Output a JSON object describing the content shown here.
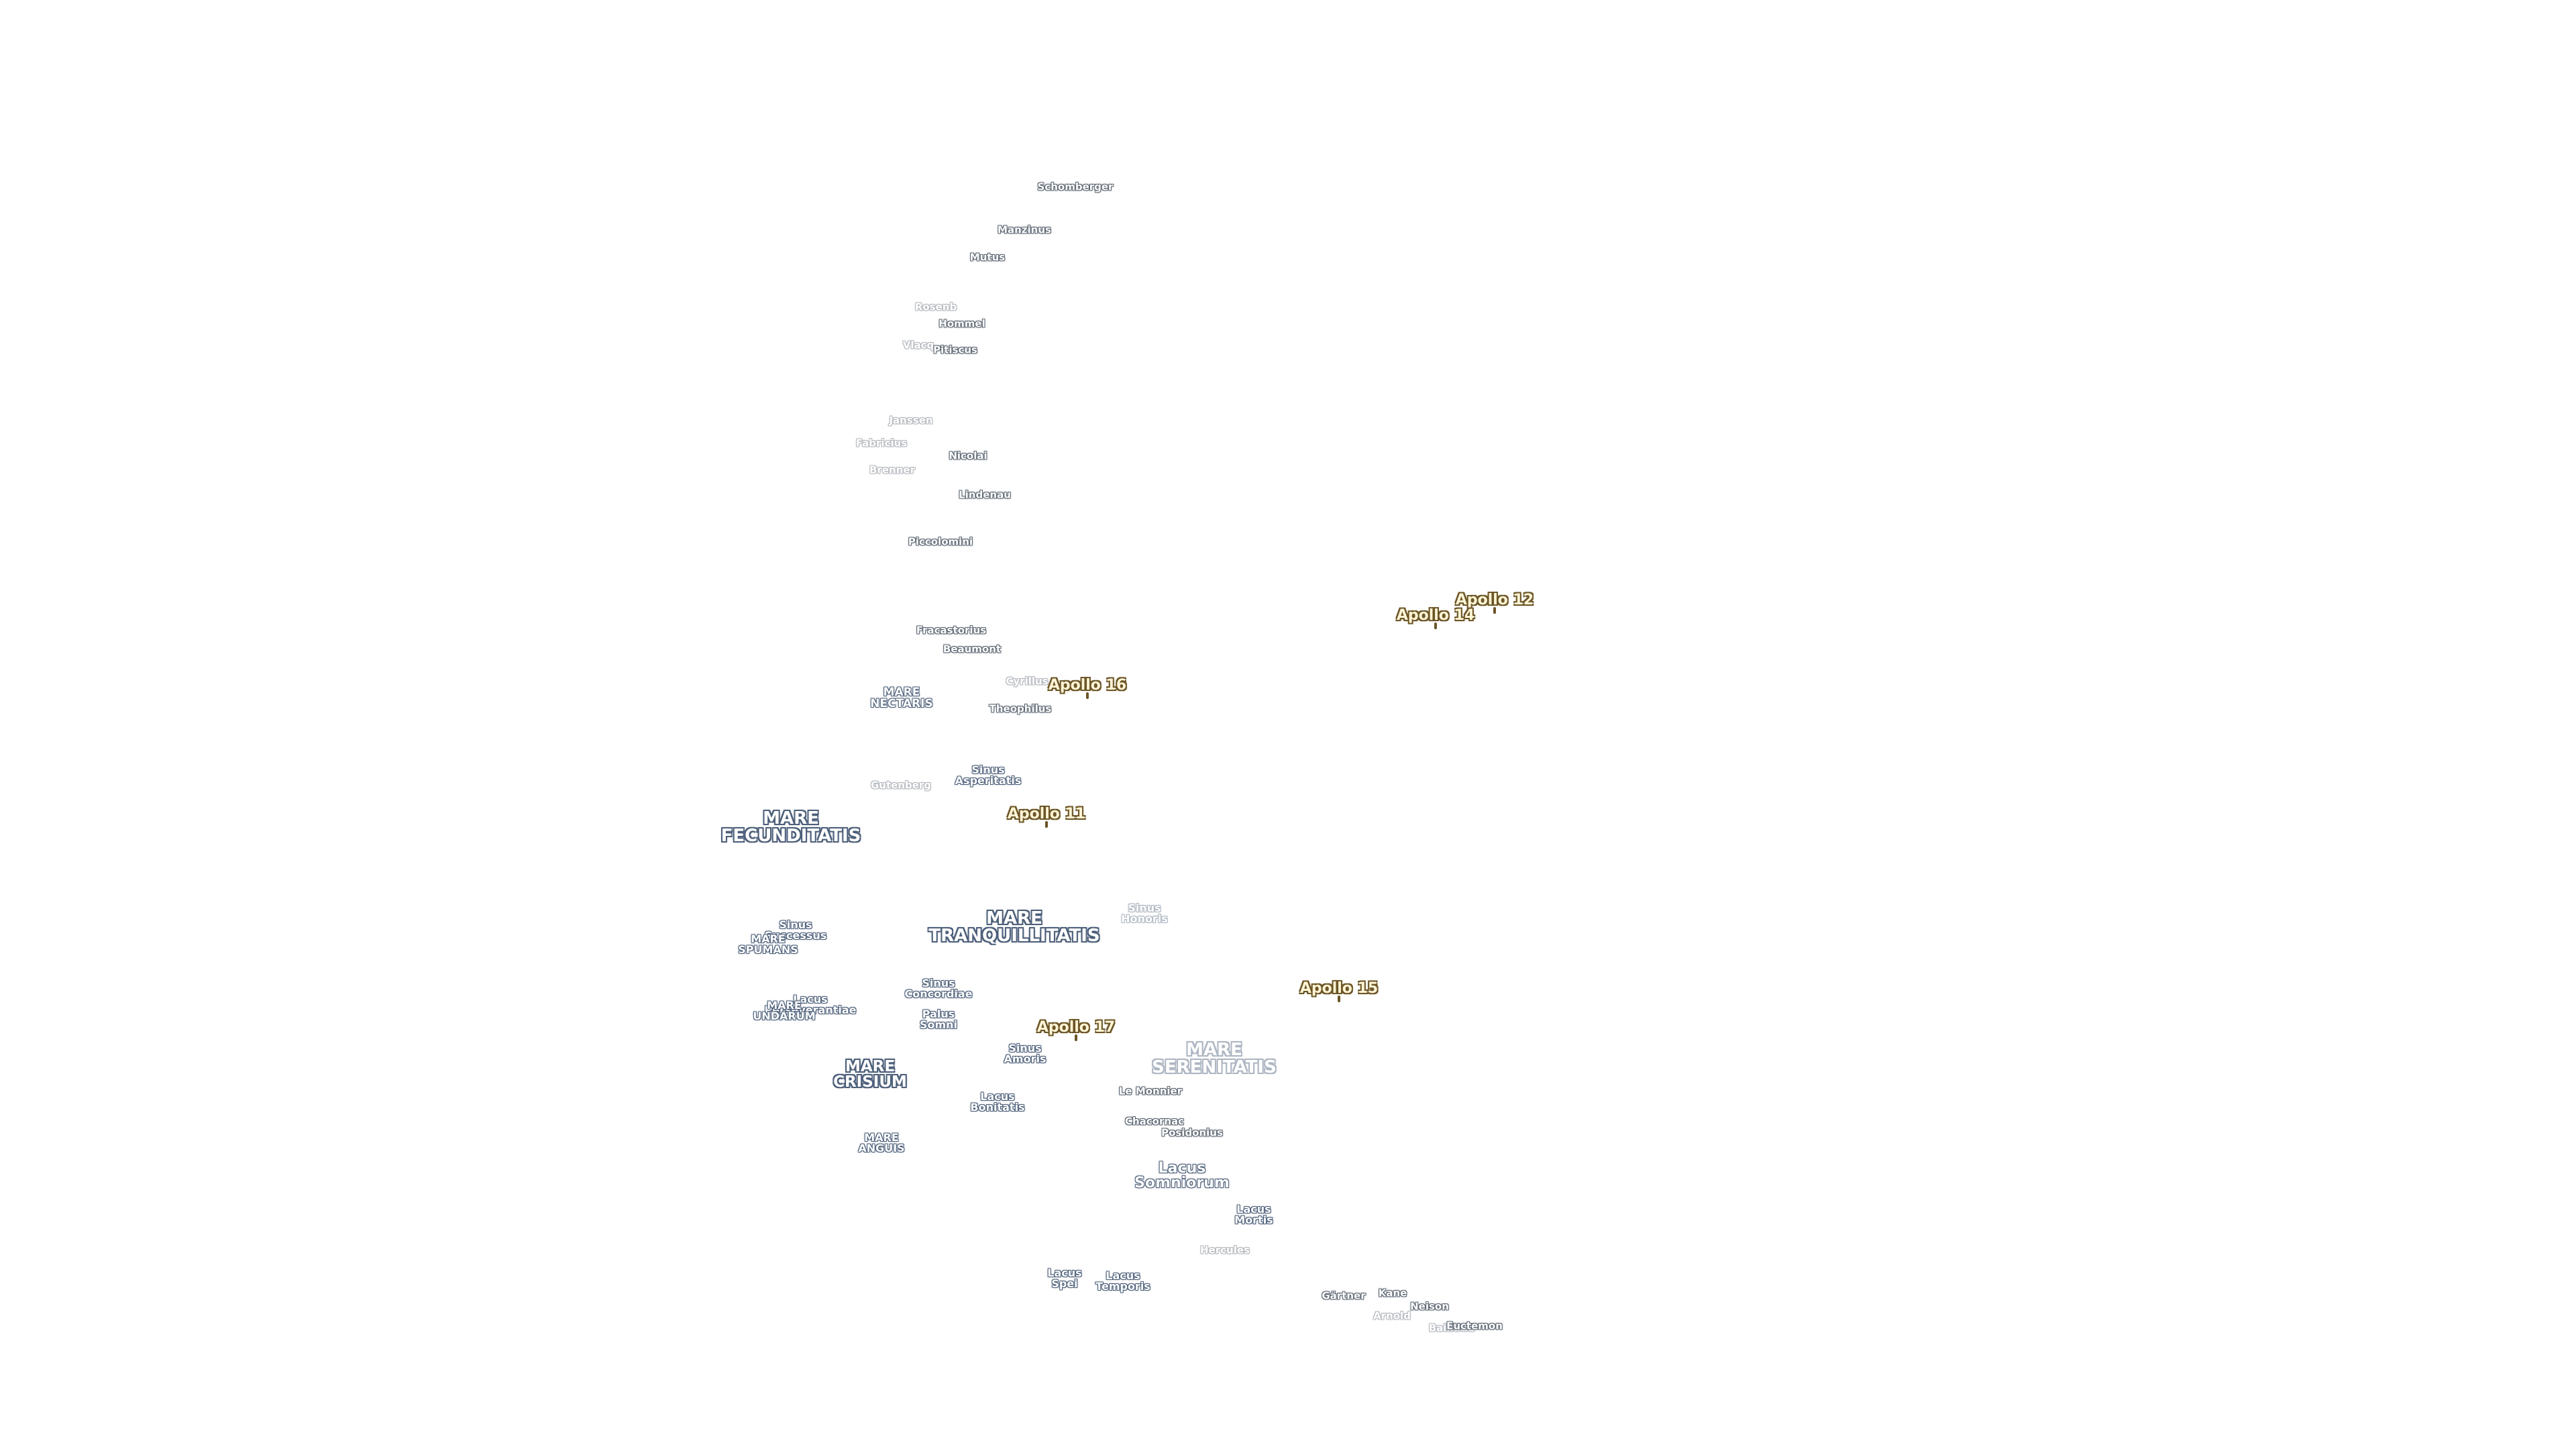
{
  "map": {
    "labels": [
      {
        "text": "Schomberger",
        "kind": "crater"
      },
      {
        "text": "Manzinus",
        "kind": "crater"
      },
      {
        "text": "Mutus",
        "kind": "crater"
      },
      {
        "text": "Rosenb",
        "kind": "crater",
        "faint": true
      },
      {
        "text": "Hommel",
        "kind": "crater"
      },
      {
        "text": "Vlacq",
        "kind": "crater",
        "faint": true
      },
      {
        "text": "Pitiscus",
        "kind": "crater"
      },
      {
        "text": "Janssen",
        "kind": "crater",
        "faint": true
      },
      {
        "text": "Fabricius",
        "kind": "crater",
        "faint": true
      },
      {
        "text": "Nicolai",
        "kind": "crater"
      },
      {
        "text": "Brenner",
        "kind": "crater",
        "faint": true
      },
      {
        "text": "Lindenau",
        "kind": "crater"
      },
      {
        "text": "Piccolomini",
        "kind": "crater"
      },
      {
        "text": "Fracastorius",
        "kind": "crater"
      },
      {
        "text": "Beaumont",
        "kind": "crater"
      },
      {
        "text": "Cyrillus",
        "kind": "crater",
        "faint": true
      },
      {
        "text": "MARE\nNECTARIS",
        "kind": "sea-small"
      },
      {
        "text": "Theophilus",
        "kind": "crater"
      },
      {
        "text": "Sinus\nAsperitatis",
        "kind": "lake"
      },
      {
        "text": "Gutenberg",
        "kind": "crater",
        "faint": true
      },
      {
        "text": "MARE\nFECUNDITATIS",
        "kind": "sea"
      },
      {
        "text": "Sinus\nSuccessus",
        "kind": "lake"
      },
      {
        "text": "MARE\nSPUMANS",
        "kind": "lake"
      },
      {
        "text": "MARE\nTRANQUILLITATIS",
        "kind": "sea"
      },
      {
        "text": "Sinus\nHonoris",
        "kind": "lake",
        "faint": true
      },
      {
        "text": "Sinus\nConcordiae",
        "kind": "lake"
      },
      {
        "text": "Lacus\nPerseverantiae",
        "kind": "lake"
      },
      {
        "text": "MARE\nUNDARUM",
        "kind": "lake"
      },
      {
        "text": "Palus\nSomni",
        "kind": "lake"
      },
      {
        "text": "Sinus\nAmoris",
        "kind": "lake"
      },
      {
        "text": "MARE\nCRISIUM",
        "kind": "sea-mid"
      },
      {
        "text": "MARE\nSERENITATIS",
        "kind": "sea",
        "faint": true
      },
      {
        "text": "Le Monnier",
        "kind": "crater"
      },
      {
        "text": "Lacus\nBonitatis",
        "kind": "lake"
      },
      {
        "text": "Chacornac",
        "kind": "crater"
      },
      {
        "text": "Posidonius",
        "kind": "crater"
      },
      {
        "text": "MARE\nANGUIS",
        "kind": "lake"
      },
      {
        "text": "Lacus\nSomniorum",
        "kind": "lake-large"
      },
      {
        "text": "Lacus\nMortis",
        "kind": "lake"
      },
      {
        "text": "Hercules",
        "kind": "crater",
        "faint": true
      },
      {
        "text": "Lacus\nSpei",
        "kind": "lake"
      },
      {
        "text": "Lacus\nTemporis",
        "kind": "lake"
      },
      {
        "text": "Gärtner",
        "kind": "crater"
      },
      {
        "text": "Kane",
        "kind": "crater"
      },
      {
        "text": "Arnold",
        "kind": "crater",
        "faint": true
      },
      {
        "text": "Neison",
        "kind": "crater"
      },
      {
        "text": "Baillaud",
        "kind": "crater",
        "faint": true
      },
      {
        "text": "Euctemon",
        "kind": "crater"
      }
    ],
    "apollo_sites": [
      {
        "text": "Apollo 12"
      },
      {
        "text": "Apollo 14"
      },
      {
        "text": "Apollo 16"
      },
      {
        "text": "Apollo 11"
      },
      {
        "text": "Apollo 15"
      },
      {
        "text": "Apollo 17"
      }
    ],
    "colors": {
      "background": "#ffffff",
      "label_fill": "#ffffff",
      "crater_outline": "#5a6470",
      "sea_outline": "#4c5f7a",
      "apollo_fill": "#fff4d6",
      "apollo_outline": "#6b5526"
    }
  }
}
